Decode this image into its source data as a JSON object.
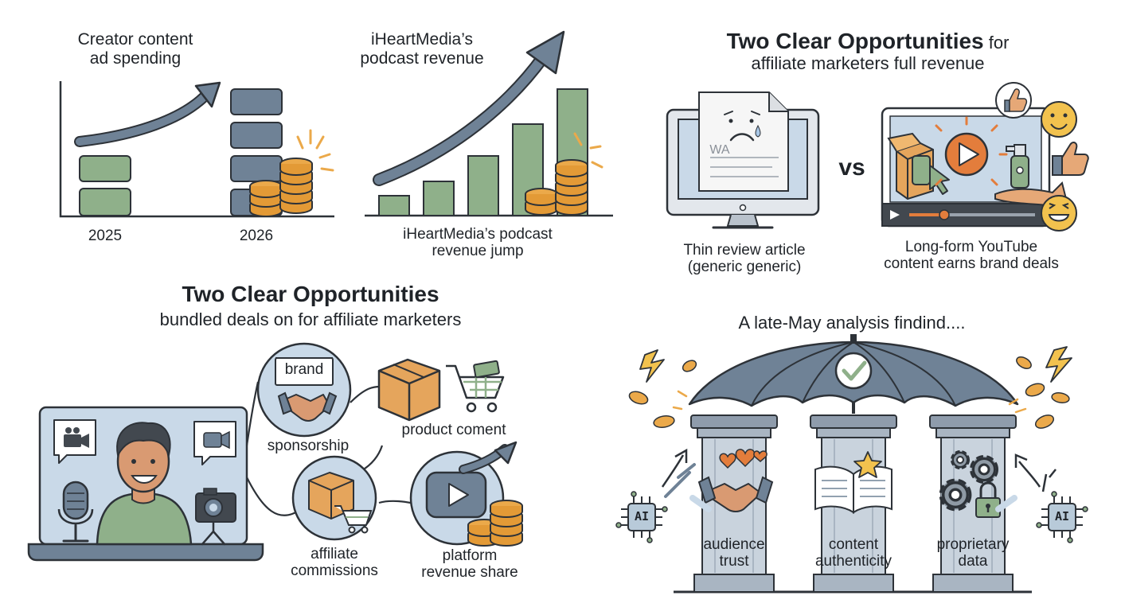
{
  "q1": {
    "chart_a": {
      "title_line1": "Creator content",
      "title_line2": "ad spending",
      "year_left": "2025",
      "year_right": "2026"
    },
    "chart_b": {
      "title_line1": "iHeartMedia’s",
      "title_line2": "podcast revenue",
      "caption_line1": "iHeartMedia’s podcast",
      "caption_line2": "revenue jump"
    }
  },
  "q2": {
    "heading_bold": "Two Clear Opportunities",
    "heading_rest": " for",
    "subheading": "affiliate marketers full revenue",
    "vs": "vs",
    "article_text": "WA",
    "left_caption_line1": "Thin review article",
    "left_caption_line2": "(generic generic)",
    "right_caption_line1": "Long-form YouTube",
    "right_caption_line2": "content earns brand deals"
  },
  "q3": {
    "heading": "Two Clear Opportunities",
    "subheading": "bundled deals on for affiliate marketers",
    "brand_text": "brand",
    "sponsorship": "sponsorship",
    "product": "product coment",
    "affiliate_line1": "affiliate",
    "affiliate_line2": "commissions",
    "platform_line1": "platform",
    "platform_line2": "revenue share"
  },
  "q4": {
    "heading": "A late-May analysis findind....",
    "ai_label": "AI",
    "pillar1_line1": "audience",
    "pillar1_line2": "trust",
    "pillar2_line1": "content",
    "pillar2_line2": "authenticity",
    "pillar3_line1": "proprietary",
    "pillar3_line2": "data"
  },
  "colors": {
    "slate": "#6f8296",
    "green": "#8fb08a",
    "coin": "#eba94a",
    "screen": "#c9d9e8",
    "orange": "#e37d3c",
    "box": "#e5a55c",
    "outline": "#2d3238"
  },
  "icons": [
    "arrow-up-icon",
    "coin-stack-icon",
    "monitor-icon",
    "sad-face-icon",
    "play-icon",
    "thumbs-up-icon",
    "smile-icon",
    "handshake-icon",
    "box-icon",
    "cart-icon",
    "camera-icon",
    "microphone-icon",
    "umbrella-icon",
    "check-icon",
    "heart-icon",
    "book-icon",
    "star-icon",
    "gear-icon",
    "lock-icon",
    "lightning-icon",
    "ai-chip-icon"
  ]
}
